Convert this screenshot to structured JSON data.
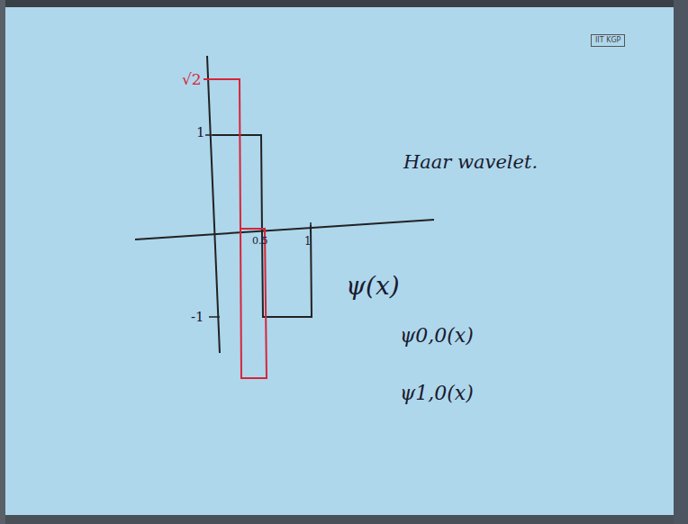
{
  "diagram": {
    "labels": [
      "IIT KGP",
      "√2",
      "1",
      "-1",
      "0.5",
      "1",
      "Haar wavelet.",
      "ψ(x)",
      "ψ0,0(x)",
      "ψ1,0(x)"
    ]
  }
}
